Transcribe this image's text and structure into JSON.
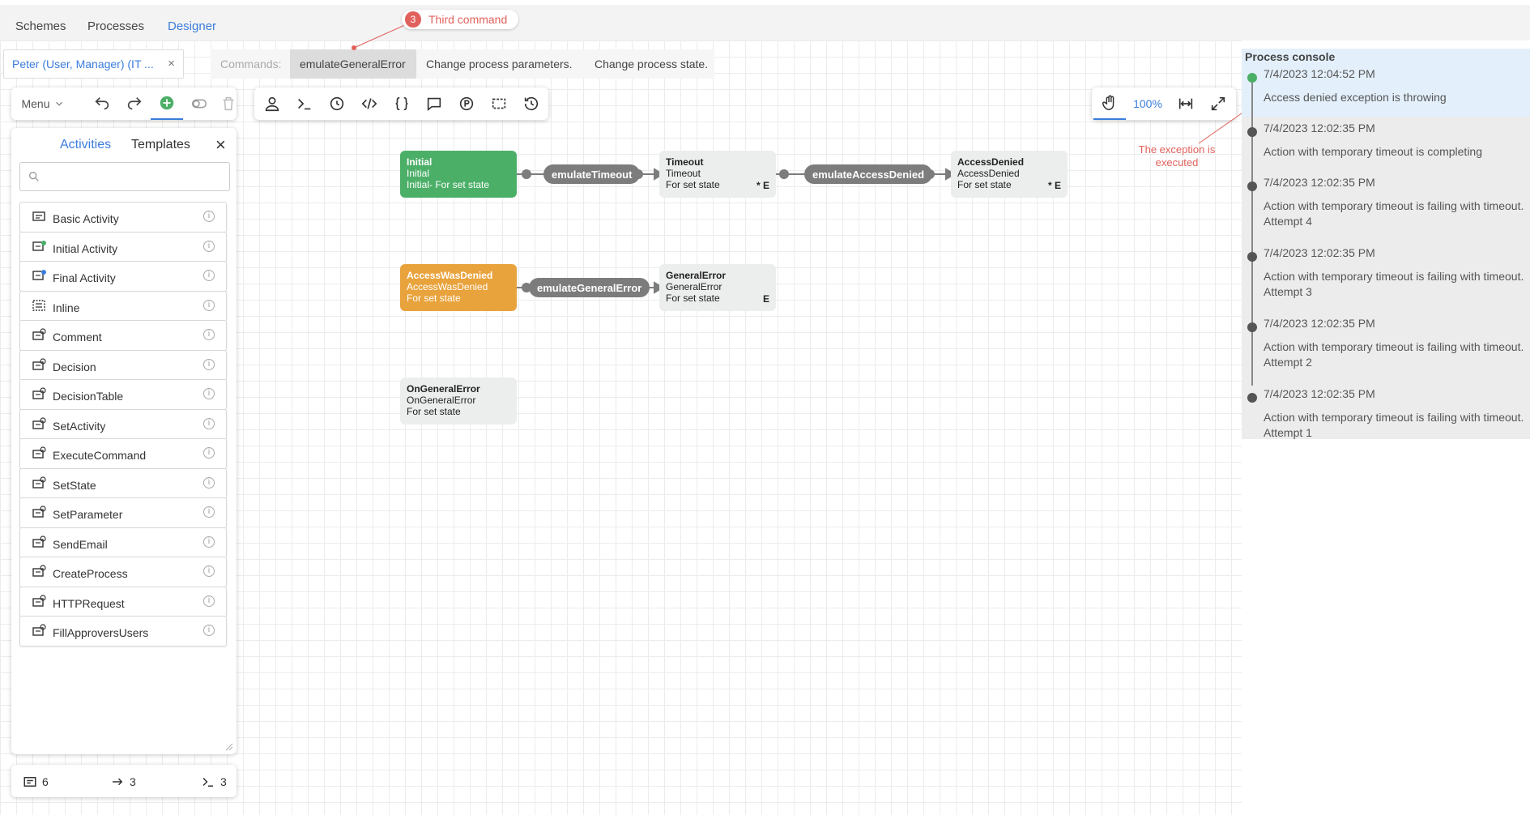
{
  "nav": {
    "items": [
      "Schemes",
      "Processes",
      "Designer"
    ],
    "active": "Designer"
  },
  "annotations": {
    "badge_num": "3",
    "third_command": "Third command",
    "exception_line1": "The exception is",
    "exception_line2": "executed"
  },
  "user_tab": {
    "label": "Peter (User, Manager) (IT ...",
    "close": "×"
  },
  "commands": {
    "label": "Commands:",
    "items": [
      "emulateGeneralError",
      "Change process parameters.",
      "Change process state."
    ],
    "selected": "emulateGeneralError"
  },
  "left_toolbar": {
    "menu_label": "Menu"
  },
  "zoom": {
    "level": "100%"
  },
  "panel": {
    "tabs": [
      "Activities",
      "Templates"
    ],
    "active_tab": "Activities",
    "close": "×",
    "search_placeholder": "",
    "activities": [
      "Basic Activity",
      "Initial Activity",
      "Final Activity",
      "Inline",
      "Comment",
      "Decision",
      "DecisionTable",
      "SetActivity",
      "ExecuteCommand",
      "SetState",
      "SetParameter",
      "SendEmail",
      "CreateProcess",
      "HTTPRequest",
      "FillApproversUsers"
    ],
    "info_icon": "i"
  },
  "stats": {
    "activities": "6",
    "transitions": "3",
    "commands": "3"
  },
  "diagram": {
    "nodes": [
      {
        "title": "Initial",
        "name": "Initial",
        "state": "Initial- For set state",
        "mark": ""
      },
      {
        "title": "Timeout",
        "name": "Timeout",
        "state": "For set state",
        "mark": "*  E"
      },
      {
        "title": "AccessDenied",
        "name": "AccessDenied",
        "state": "For set state",
        "mark": "*  E"
      },
      {
        "title": "AccessWasDenied",
        "name": "AccessWasDenied",
        "state": "For set state",
        "mark": ""
      },
      {
        "title": "GeneralError",
        "name": "GeneralError",
        "state": "For set state",
        "mark": "E"
      },
      {
        "title": "OnGeneralError",
        "name": "OnGeneralError",
        "state": "For set state",
        "mark": ""
      }
    ],
    "commands": [
      "emulateTimeout",
      "emulateAccessDenied",
      "emulateGeneralError"
    ]
  },
  "console": {
    "title": "Process console",
    "entries": [
      {
        "time": "7/4/2023 12:04:52 PM",
        "message": "Access denied exception is throwing",
        "status_color": "#4caf68"
      },
      {
        "time": "7/4/2023 12:02:35 PM",
        "message": "Action with temporary timeout is completing",
        "status_color": "#555555"
      },
      {
        "time": "7/4/2023 12:02:35 PM",
        "message": "Action with temporary timeout is failing with timeout. Attempt 4",
        "status_color": "#555555"
      },
      {
        "time": "7/4/2023 12:02:35 PM",
        "message": "Action with temporary timeout is failing with timeout. Attempt 3",
        "status_color": "#555555"
      },
      {
        "time": "7/4/2023 12:02:35 PM",
        "message": "Action with temporary timeout is failing with timeout. Attempt 2",
        "status_color": "#555555"
      },
      {
        "time": "7/4/2023 12:02:35 PM",
        "message": "Action with temporary timeout is failing with timeout. Attempt 1",
        "status_color": "#555555"
      }
    ]
  },
  "colors": {
    "accent": "#3b7ddd",
    "node_green": "#4caf68",
    "node_orange": "#e9a33c",
    "annotation": "#e0615c"
  }
}
